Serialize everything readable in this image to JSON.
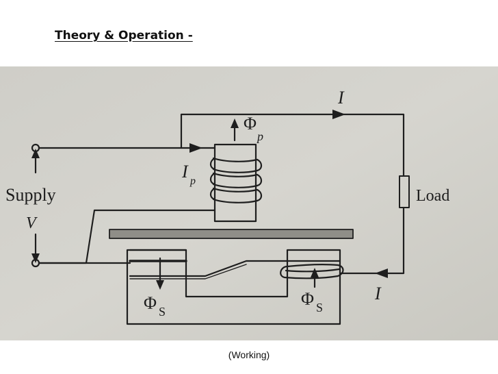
{
  "slide": {
    "title": "Theory & Operation -",
    "caption": "(Working)"
  },
  "diagram": {
    "supply_label": "Supply",
    "voltage_label": "V",
    "load_label": "Load",
    "current_top_label": "I",
    "current_bottom_label": "I",
    "primary_current_label": "I",
    "primary_current_subscript": "p",
    "primary_flux_symbol": "Φ",
    "primary_flux_subscript": "p",
    "secondary_flux_left_symbol": "Φ",
    "secondary_flux_left_subscript": "S",
    "secondary_flux_right_symbol": "Φ",
    "secondary_flux_right_subscript": "S",
    "background_color": "#d3d2cc",
    "line_color": "#1e1e1e"
  }
}
